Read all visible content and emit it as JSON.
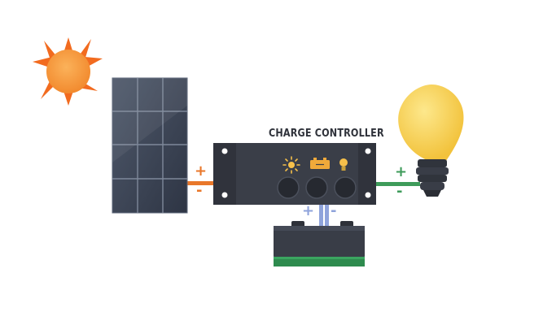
{
  "diagram": {
    "title": "CHARGE CONTROLLER",
    "signs": {
      "solar_positive": "+",
      "solar_negative": "-",
      "battery_positive": "+",
      "battery_negative": "-",
      "load_positive": "+",
      "load_negative": "-"
    },
    "components": [
      {
        "name": "sun",
        "icon": "sun-icon"
      },
      {
        "name": "solar-panel",
        "icon": "solar-panel-icon"
      },
      {
        "name": "charge-controller",
        "icon": "controller-icon"
      },
      {
        "name": "battery",
        "icon": "battery-icon"
      },
      {
        "name": "light-bulb",
        "icon": "light-bulb-icon"
      }
    ],
    "indicator_icons": [
      "sun-indicator-icon",
      "battery-indicator-icon",
      "bulb-indicator-icon"
    ],
    "colors": {
      "sun": "#F58A2C",
      "sun_rays": "#F26B1F",
      "panel": "#3E4656",
      "controller": "#363A45",
      "controller_text": "#2F323A",
      "solar_wire": "#E9772A",
      "load_wire": "#3E9B5A",
      "battery_wire": "#8FA3DB",
      "battery_body": "#393D47",
      "battery_base": "#2E8B4E",
      "bulb": "#F8CF4A",
      "bulb_base": "#30343C"
    }
  }
}
